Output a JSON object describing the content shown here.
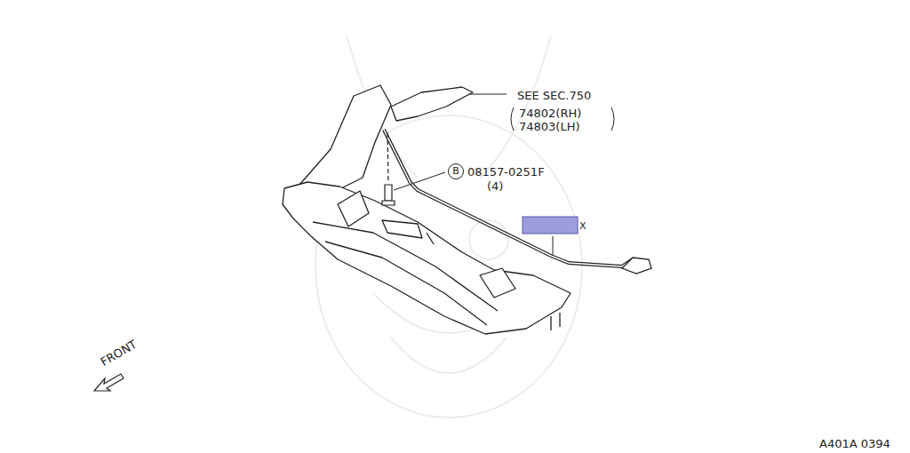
{
  "diagram": {
    "nodes": [
      {
        "text": [
          "B"
        ]
      }
    ],
    "labels": [
      "SEE SEC.750",
      "74802(RH)",
      "74803(LH)",
      "08157-0251F",
      "(4)",
      "X",
      "FRONT",
      "A401A 0394"
    ]
  }
}
